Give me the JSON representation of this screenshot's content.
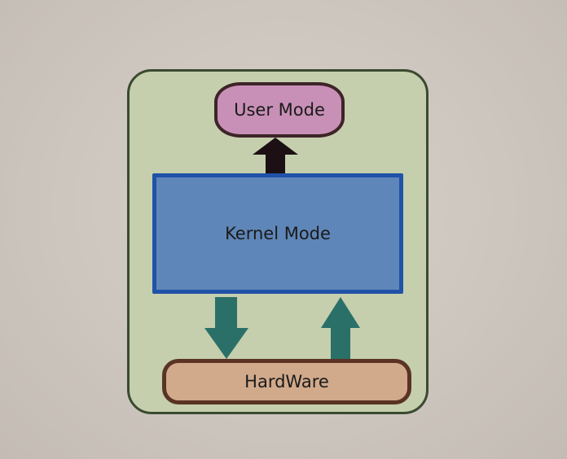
{
  "diagram": {
    "nodes": {
      "user_mode": "User Mode",
      "kernel_mode": "Kernel Mode",
      "hardware": "HardWare"
    },
    "colors": {
      "container_fill": "#c5cfad",
      "container_border": "#3a4a30",
      "user_mode_fill": "#c890b6",
      "kernel_mode_fill": "#5f86b8",
      "kernel_mode_border": "#1f52a8",
      "hardware_fill": "#d1a98b",
      "arrow_dark": "#1c1014",
      "arrow_teal": "#2a7068"
    },
    "arrows": [
      {
        "from": "kernel_mode",
        "to": "user_mode"
      },
      {
        "from": "kernel_mode",
        "to": "hardware"
      },
      {
        "from": "hardware",
        "to": "kernel_mode"
      }
    ]
  }
}
